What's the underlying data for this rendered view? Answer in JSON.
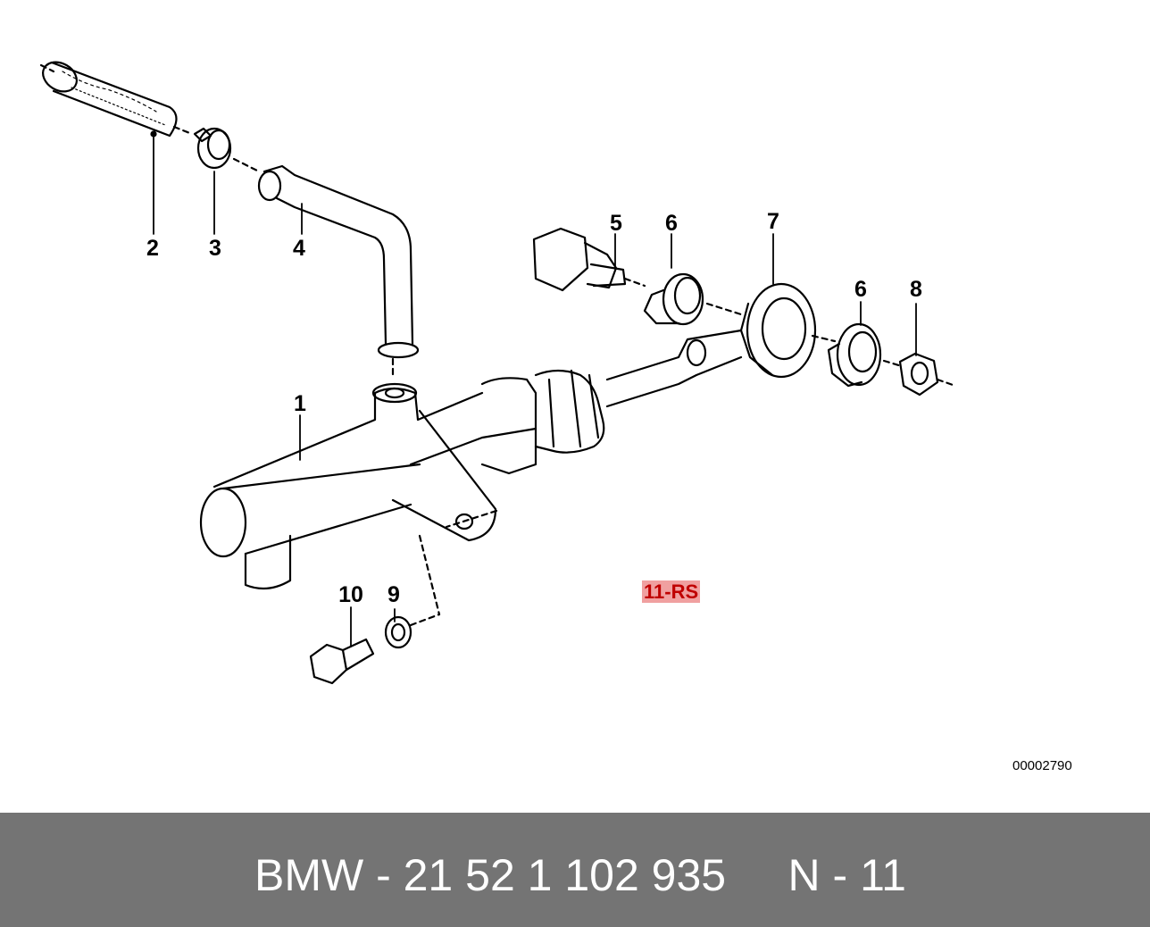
{
  "callouts": {
    "c1": "1",
    "c2": "2",
    "c3": "3",
    "c4": "4",
    "c5": "5",
    "c6a": "6",
    "c6b": "6",
    "c7": "7",
    "c8": "8",
    "c9": "9",
    "c10": "10"
  },
  "section_tag": "11-RS",
  "diagram_id": "00002790",
  "footer": {
    "part_text": "BMW - 21 52 1 102 935     N - 11"
  },
  "colors": {
    "tag_bg": "#f0a0a0",
    "tag_text": "#c00000",
    "footer_bg": "#747474",
    "footer_text": "#ffffff"
  }
}
